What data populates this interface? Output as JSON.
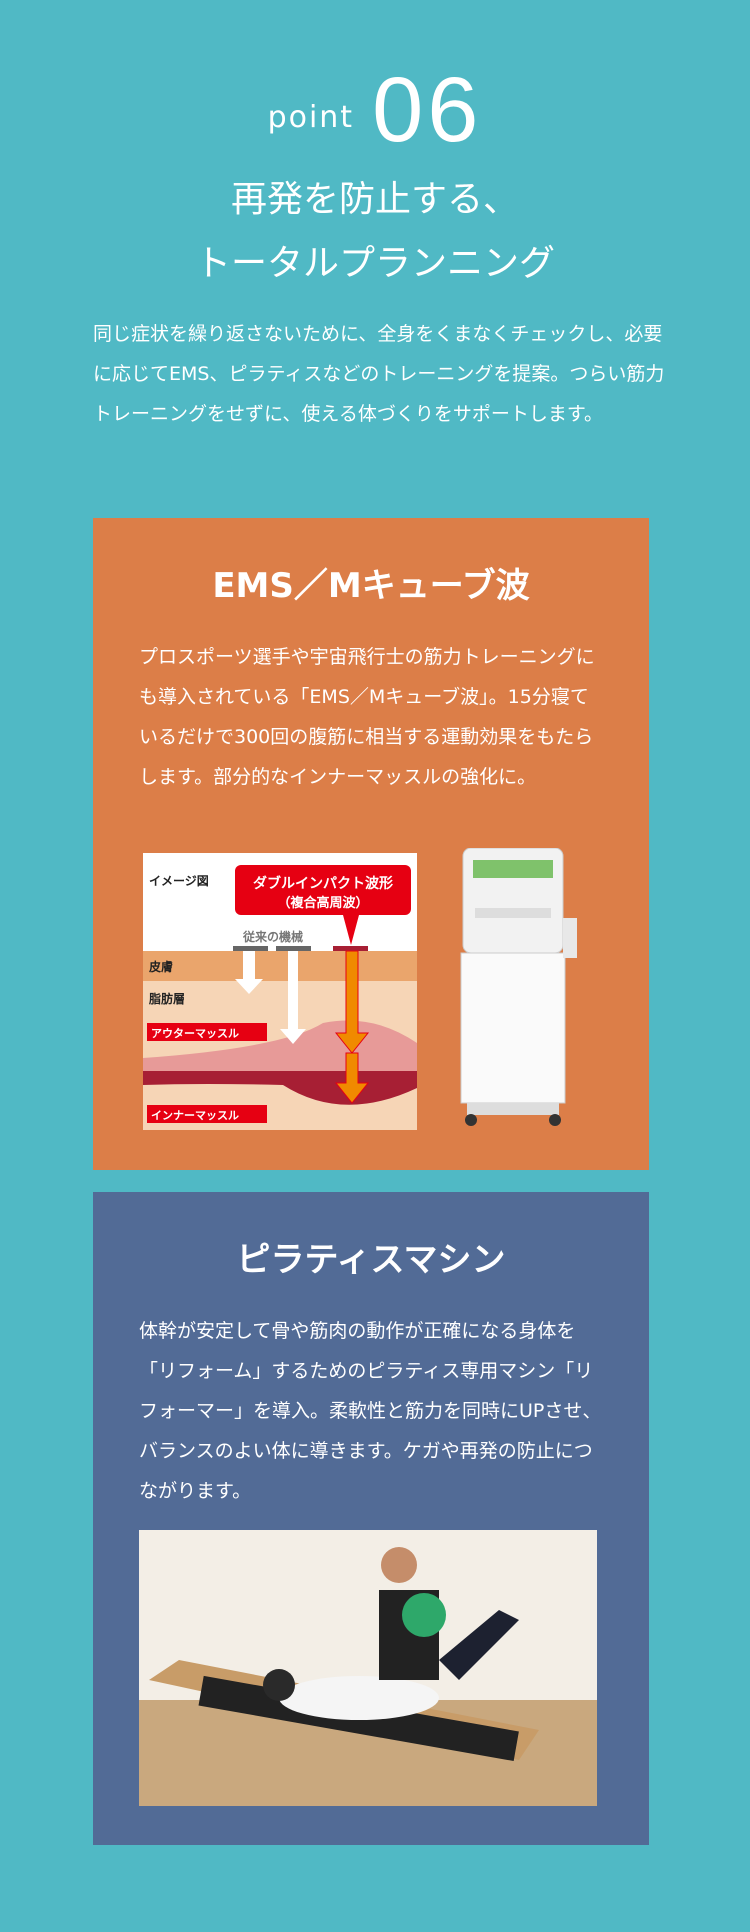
{
  "header": {
    "point_label": "point",
    "point_number": "06",
    "title_line1": "再発を防止する、",
    "title_line2": "トータルプランニング"
  },
  "intro": "同じ症状を繰り返さないために、全身をくまなくチェックし、必要に応じてEMS、ピラティスなどのトレーニングを提案。つらい筋力トレーニングをせずに、使える体づくりをサポートします。",
  "ems": {
    "title": "EMS／Mキューブ波",
    "body": "プロスポーツ選手や宇宙飛行士の筋力トレーニングにも導入されている「EMS／Mキューブ波」。15分寝ているだけで300回の腹筋に相当する運動効果をもたらします。部分的なインナーマッスルの強化に。",
    "diagram": {
      "label": "イメージ図",
      "callout1": "ダブルインパクト波形",
      "callout2": "（複合高周波）",
      "conventional": "従来の機械",
      "skin": "皮膚",
      "fat": "脂肪層",
      "outer": "アウターマッスル",
      "inner": "インナーマッスル"
    }
  },
  "pilates": {
    "title": "ピラティスマシン",
    "body": "体幹が安定して骨や筋肉の動作が正確になる身体を「リフォーム」するためのピラティス専用マシン「リフォーマー」を導入。柔軟性と筋力を同時にUPさせ、バランスのよい体に導きます。ケガや再発の防止につながります。"
  },
  "colors": {
    "background": "#50b9c5",
    "ems_card": "#dc7e48",
    "pilates_card": "#526b96",
    "accent_red": "#e60012"
  }
}
